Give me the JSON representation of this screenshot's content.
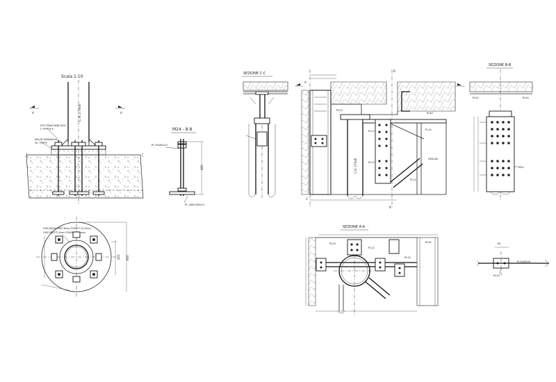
{
  "sheet": {
    "detail_base": {
      "scale_label": "Scala   1:10",
      "column_label": "C.H. 273x8",
      "note_anchor": "N°8 TIRAFONDI M24\nL=400 8.8",
      "note_grout": "MALTA ESPANSIVA\nsp. 50mm",
      "section_mark": "A"
    },
    "detail_bolt": {
      "title": "M24 - 8.8",
      "plate_top": "PL 90x90x12",
      "plate_bottom": "PL 180x180x20",
      "length": "400"
    },
    "detail_plan": {
      "note_line1": "FORI MAGGIORATI 8mm (FORATO 22-2mm)",
      "note_line2": "FORI RIDOTTI 4mm (FORATO 22-2mm)",
      "dim_main": "600",
      "dim_inner": "420"
    },
    "section_cc": {
      "title": "SEZIONE C-C"
    },
    "section_main": {
      "labels": [
        "PL20",
        "PL12",
        "PL12",
        "PL15",
        "PL12",
        "PL40",
        "HEA160",
        "C.H. 273x8"
      ],
      "marks": [
        "A",
        "B",
        "C",
        "D"
      ]
    },
    "section_bb": {
      "title": "SEZIONE B-B",
      "labels": [
        "PL40",
        "PL40",
        "M24"
      ]
    },
    "section_aa": {
      "title": "SEZIONE A-A",
      "labels": [
        "PL12",
        "PL20",
        "PL15",
        "PL40"
      ]
    },
    "detail_small": {
      "labels": [
        "65",
        "PL20x65x6",
        "PL30"
      ]
    }
  }
}
